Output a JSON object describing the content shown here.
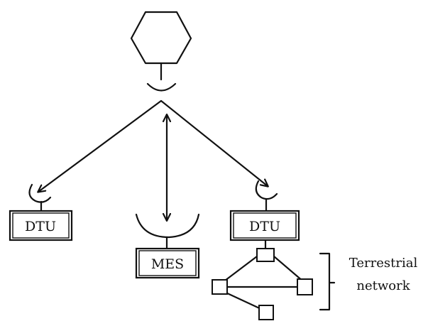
{
  "diagram": {
    "labels": {
      "dtu_left": "DTU",
      "dtu_right": "DTU",
      "mes": "MES",
      "terrestrial_line1": "Terrestrial",
      "terrestrial_line2": "network"
    },
    "icons": {
      "satellite": "hexagon-satellite-icon",
      "antenna": "dish-antenna-icon",
      "node": "network-node-icon"
    },
    "colors": {
      "ink": "#111111",
      "background": "#ffffff"
    }
  }
}
